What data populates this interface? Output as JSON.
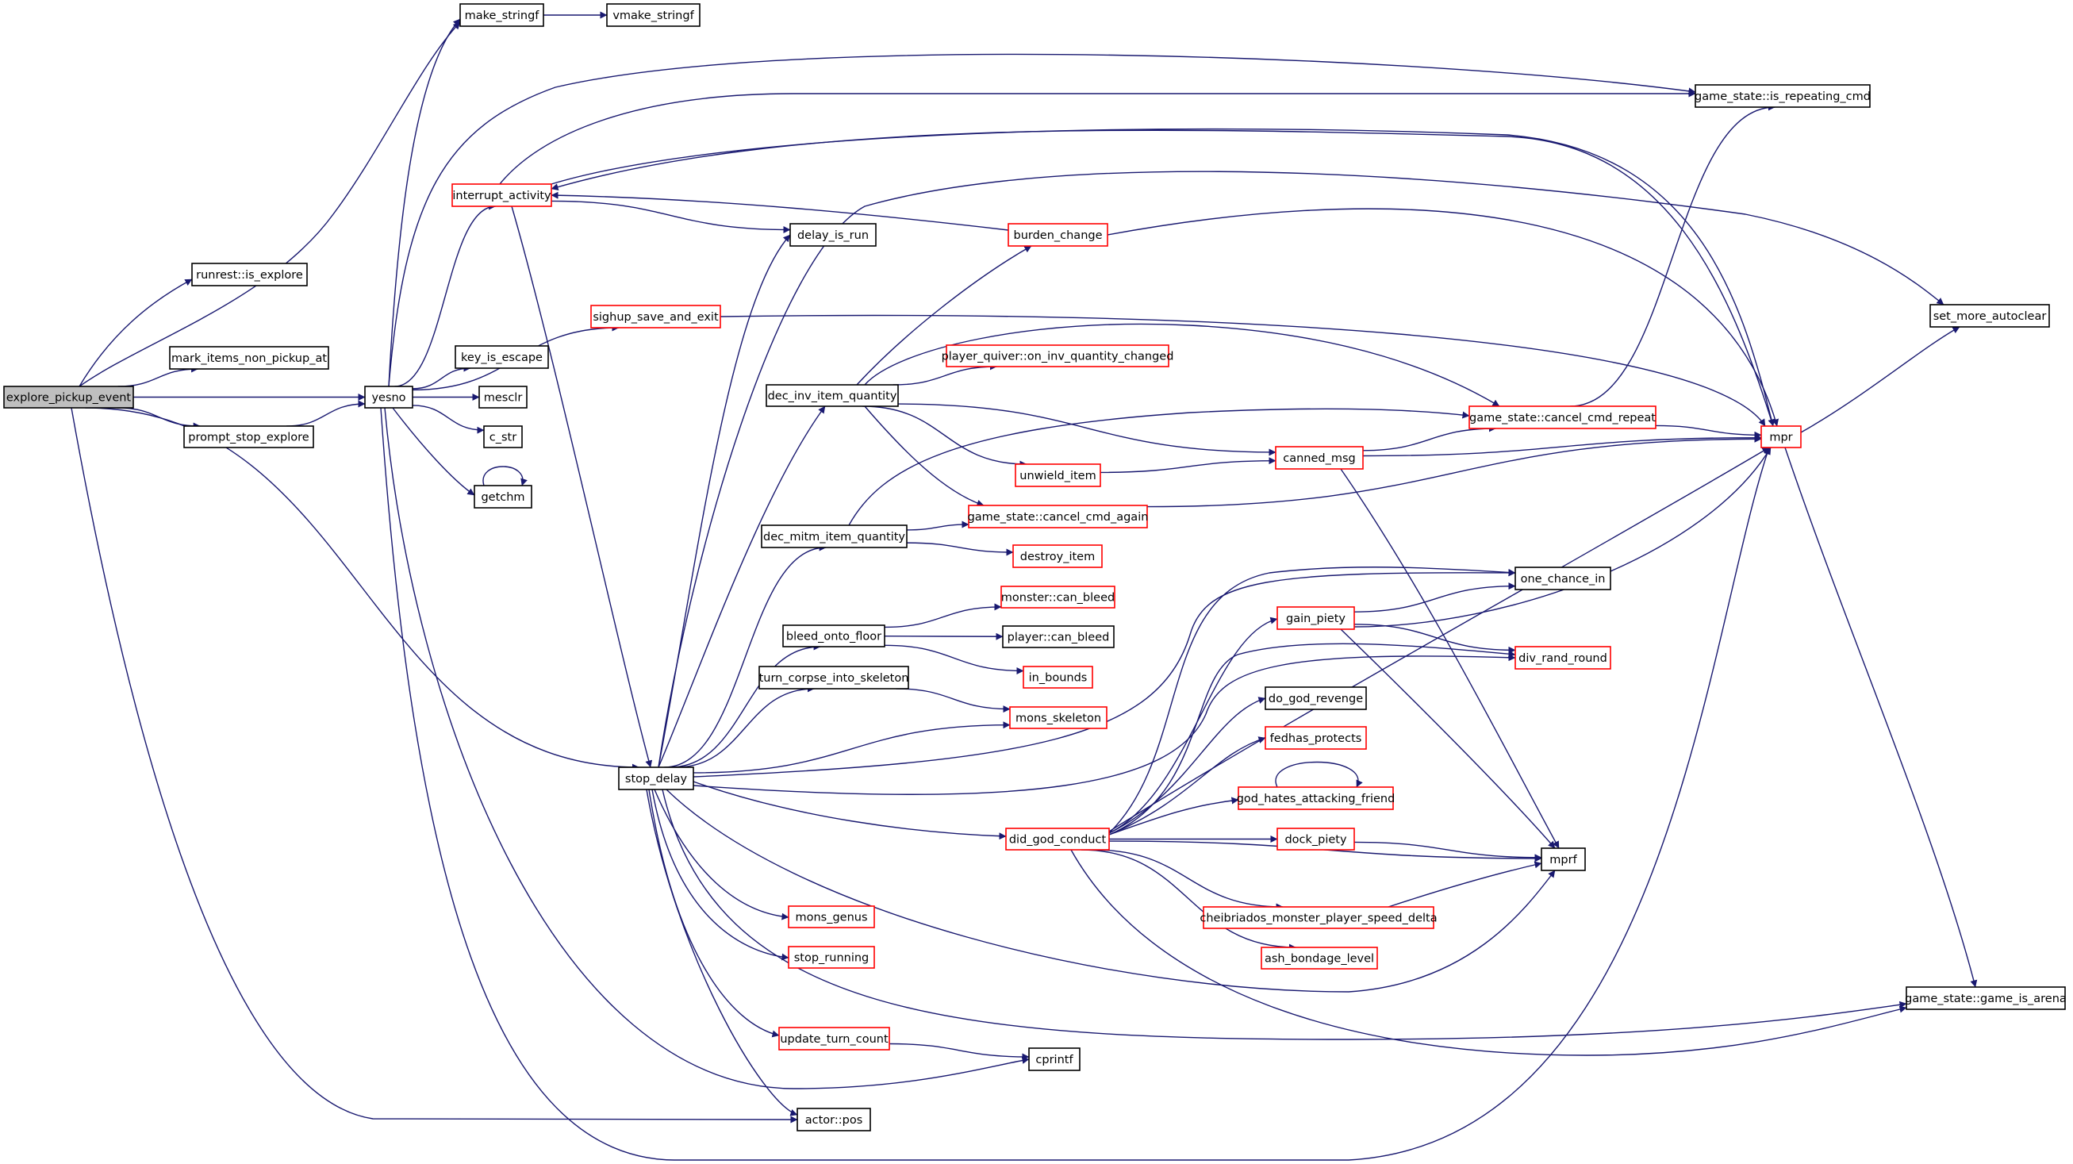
{
  "graph": {
    "nodes": [
      {
        "id": "explore_pickup_event",
        "label": "explore_pickup_event",
        "kind": "root"
      },
      {
        "id": "make_stringf",
        "label": "make_stringf",
        "kind": "normal"
      },
      {
        "id": "vmake_stringf",
        "label": "vmake_stringf",
        "kind": "normal"
      },
      {
        "id": "runrest_is_explore",
        "label": "runrest::is_explore",
        "kind": "normal"
      },
      {
        "id": "mark_items_non_pickup_at",
        "label": "mark_items_non_pickup_at",
        "kind": "normal"
      },
      {
        "id": "yesno",
        "label": "yesno",
        "kind": "normal"
      },
      {
        "id": "prompt_stop_explore",
        "label": "prompt_stop_explore",
        "kind": "normal"
      },
      {
        "id": "interrupt_activity",
        "label": "interrupt_activity",
        "kind": "truncated"
      },
      {
        "id": "sighup_save_and_exit",
        "label": "sighup_save_and_exit",
        "kind": "truncated"
      },
      {
        "id": "key_is_escape",
        "label": "key_is_escape",
        "kind": "normal"
      },
      {
        "id": "mesclr",
        "label": "mesclr",
        "kind": "normal"
      },
      {
        "id": "c_str",
        "label": "c_str",
        "kind": "normal"
      },
      {
        "id": "getchm",
        "label": "getchm",
        "kind": "normal"
      },
      {
        "id": "stop_delay",
        "label": "stop_delay",
        "kind": "normal"
      },
      {
        "id": "delay_is_run",
        "label": "delay_is_run",
        "kind": "normal"
      },
      {
        "id": "dec_inv_item_quantity",
        "label": "dec_inv_item_quantity",
        "kind": "normal"
      },
      {
        "id": "dec_mitm_item_quantity",
        "label": "dec_mitm_item_quantity",
        "kind": "normal"
      },
      {
        "id": "bleed_onto_floor",
        "label": "bleed_onto_floor",
        "kind": "normal"
      },
      {
        "id": "turn_corpse_into_skeleton",
        "label": "turn_corpse_into_skeleton",
        "kind": "normal"
      },
      {
        "id": "mons_genus",
        "label": "mons_genus",
        "kind": "truncated"
      },
      {
        "id": "stop_running",
        "label": "stop_running",
        "kind": "truncated"
      },
      {
        "id": "update_turn_count",
        "label": "update_turn_count",
        "kind": "truncated"
      },
      {
        "id": "actor_pos",
        "label": "actor::pos",
        "kind": "normal"
      },
      {
        "id": "cprintf",
        "label": "cprintf",
        "kind": "normal"
      },
      {
        "id": "burden_change",
        "label": "burden_change",
        "kind": "truncated"
      },
      {
        "id": "player_quiver",
        "label": "player_quiver::on_inv_quantity_changed",
        "kind": "truncated"
      },
      {
        "id": "unwield_item",
        "label": "unwield_item",
        "kind": "truncated"
      },
      {
        "id": "cancel_cmd_again",
        "label": "game_state::cancel_cmd_again",
        "kind": "truncated"
      },
      {
        "id": "destroy_item",
        "label": "destroy_item",
        "kind": "truncated"
      },
      {
        "id": "monster_can_bleed",
        "label": "monster::can_bleed",
        "kind": "truncated"
      },
      {
        "id": "player_can_bleed",
        "label": "player::can_bleed",
        "kind": "normal"
      },
      {
        "id": "in_bounds",
        "label": "in_bounds",
        "kind": "truncated"
      },
      {
        "id": "mons_skeleton",
        "label": "mons_skeleton",
        "kind": "truncated"
      },
      {
        "id": "did_god_conduct",
        "label": "did_god_conduct",
        "kind": "truncated"
      },
      {
        "id": "canned_msg",
        "label": "canned_msg",
        "kind": "truncated"
      },
      {
        "id": "cancel_cmd_repeat",
        "label": "game_state::cancel_cmd_repeat",
        "kind": "truncated"
      },
      {
        "id": "is_repeating_cmd",
        "label": "game_state::is_repeating_cmd",
        "kind": "normal"
      },
      {
        "id": "mpr",
        "label": "mpr",
        "kind": "truncated"
      },
      {
        "id": "set_more_autoclear",
        "label": "set_more_autoclear",
        "kind": "normal"
      },
      {
        "id": "one_chance_in",
        "label": "one_chance_in",
        "kind": "normal"
      },
      {
        "id": "gain_piety",
        "label": "gain_piety",
        "kind": "truncated"
      },
      {
        "id": "div_rand_round",
        "label": "div_rand_round",
        "kind": "truncated"
      },
      {
        "id": "do_god_revenge",
        "label": "do_god_revenge",
        "kind": "normal"
      },
      {
        "id": "fedhas_protects",
        "label": "fedhas_protects",
        "kind": "truncated"
      },
      {
        "id": "god_hates_attacking_friend",
        "label": "god_hates_attacking_friend",
        "kind": "truncated"
      },
      {
        "id": "dock_piety",
        "label": "dock_piety",
        "kind": "truncated"
      },
      {
        "id": "mprf",
        "label": "mprf",
        "kind": "normal"
      },
      {
        "id": "cheibriados",
        "label": "cheibriados_monster_player_speed_delta",
        "kind": "truncated"
      },
      {
        "id": "ash_bondage_level",
        "label": "ash_bondage_level",
        "kind": "truncated"
      },
      {
        "id": "game_is_arena",
        "label": "game_state::game_is_arena",
        "kind": "normal"
      }
    ],
    "edges": [
      [
        "explore_pickup_event",
        "make_stringf"
      ],
      [
        "explore_pickup_event",
        "runrest_is_explore"
      ],
      [
        "explore_pickup_event",
        "mark_items_non_pickup_at"
      ],
      [
        "explore_pickup_event",
        "yesno"
      ],
      [
        "explore_pickup_event",
        "prompt_stop_explore"
      ],
      [
        "explore_pickup_event",
        "stop_delay"
      ],
      [
        "explore_pickup_event",
        "actor_pos"
      ],
      [
        "make_stringf",
        "vmake_stringf"
      ],
      [
        "prompt_stop_explore",
        "yesno"
      ],
      [
        "yesno",
        "make_stringf"
      ],
      [
        "yesno",
        "is_repeating_cmd"
      ],
      [
        "yesno",
        "interrupt_activity"
      ],
      [
        "yesno",
        "sighup_save_and_exit"
      ],
      [
        "yesno",
        "key_is_escape"
      ],
      [
        "yesno",
        "mesclr"
      ],
      [
        "yesno",
        "c_str"
      ],
      [
        "yesno",
        "getchm"
      ],
      [
        "yesno",
        "cprintf"
      ],
      [
        "yesno",
        "mpr"
      ],
      [
        "getchm",
        "getchm"
      ],
      [
        "interrupt_activity",
        "is_repeating_cmd"
      ],
      [
        "interrupt_activity",
        "delay_is_run"
      ],
      [
        "interrupt_activity",
        "stop_delay"
      ],
      [
        "interrupt_activity",
        "mpr"
      ],
      [
        "sighup_save_and_exit",
        "mpr"
      ],
      [
        "stop_delay",
        "delay_is_run"
      ],
      [
        "stop_delay",
        "dec_inv_item_quantity"
      ],
      [
        "stop_delay",
        "dec_mitm_item_quantity"
      ],
      [
        "stop_delay",
        "bleed_onto_floor"
      ],
      [
        "stop_delay",
        "turn_corpse_into_skeleton"
      ],
      [
        "stop_delay",
        "mons_skeleton"
      ],
      [
        "stop_delay",
        "did_god_conduct"
      ],
      [
        "stop_delay",
        "mons_genus"
      ],
      [
        "stop_delay",
        "stop_running"
      ],
      [
        "stop_delay",
        "update_turn_count"
      ],
      [
        "stop_delay",
        "actor_pos"
      ],
      [
        "stop_delay",
        "one_chance_in"
      ],
      [
        "stop_delay",
        "div_rand_round"
      ],
      [
        "stop_delay",
        "mprf"
      ],
      [
        "stop_delay",
        "game_is_arena"
      ],
      [
        "stop_delay",
        "set_more_autoclear"
      ],
      [
        "update_turn_count",
        "cprintf"
      ],
      [
        "dec_inv_item_quantity",
        "burden_change"
      ],
      [
        "dec_inv_item_quantity",
        "player_quiver"
      ],
      [
        "dec_inv_item_quantity",
        "cancel_cmd_repeat"
      ],
      [
        "dec_inv_item_quantity",
        "unwield_item"
      ],
      [
        "dec_inv_item_quantity",
        "canned_msg"
      ],
      [
        "dec_inv_item_quantity",
        "cancel_cmd_again"
      ],
      [
        "dec_mitm_item_quantity",
        "cancel_cmd_again"
      ],
      [
        "dec_mitm_item_quantity",
        "destroy_item"
      ],
      [
        "dec_mitm_item_quantity",
        "cancel_cmd_repeat"
      ],
      [
        "bleed_onto_floor",
        "monster_can_bleed"
      ],
      [
        "bleed_onto_floor",
        "player_can_bleed"
      ],
      [
        "bleed_onto_floor",
        "in_bounds"
      ],
      [
        "turn_corpse_into_skeleton",
        "mons_skeleton"
      ],
      [
        "burden_change",
        "interrupt_activity"
      ],
      [
        "burden_change",
        "mpr"
      ],
      [
        "unwield_item",
        "canned_msg"
      ],
      [
        "canned_msg",
        "cancel_cmd_repeat"
      ],
      [
        "canned_msg",
        "mpr"
      ],
      [
        "canned_msg",
        "mprf"
      ],
      [
        "cancel_cmd_again",
        "mpr"
      ],
      [
        "cancel_cmd_repeat",
        "is_repeating_cmd"
      ],
      [
        "cancel_cmd_repeat",
        "mpr"
      ],
      [
        "mpr",
        "interrupt_activity"
      ],
      [
        "mpr",
        "set_more_autoclear"
      ],
      [
        "mpr",
        "game_is_arena"
      ],
      [
        "did_god_conduct",
        "one_chance_in"
      ],
      [
        "did_god_conduct",
        "gain_piety"
      ],
      [
        "did_god_conduct",
        "div_rand_round"
      ],
      [
        "did_god_conduct",
        "do_god_revenge"
      ],
      [
        "did_god_conduct",
        "fedhas_protects"
      ],
      [
        "did_god_conduct",
        "god_hates_attacking_friend"
      ],
      [
        "did_god_conduct",
        "dock_piety"
      ],
      [
        "did_god_conduct",
        "mprf"
      ],
      [
        "did_god_conduct",
        "cheibriados"
      ],
      [
        "did_god_conduct",
        "ash_bondage_level"
      ],
      [
        "did_god_conduct",
        "game_is_arena"
      ],
      [
        "did_god_conduct",
        "mpr"
      ],
      [
        "god_hates_attacking_friend",
        "god_hates_attacking_friend"
      ],
      [
        "gain_piety",
        "one_chance_in"
      ],
      [
        "gain_piety",
        "div_rand_round"
      ],
      [
        "gain_piety",
        "mpr"
      ],
      [
        "gain_piety",
        "mprf"
      ],
      [
        "dock_piety",
        "mprf"
      ],
      [
        "cheibriados",
        "mprf"
      ]
    ]
  }
}
